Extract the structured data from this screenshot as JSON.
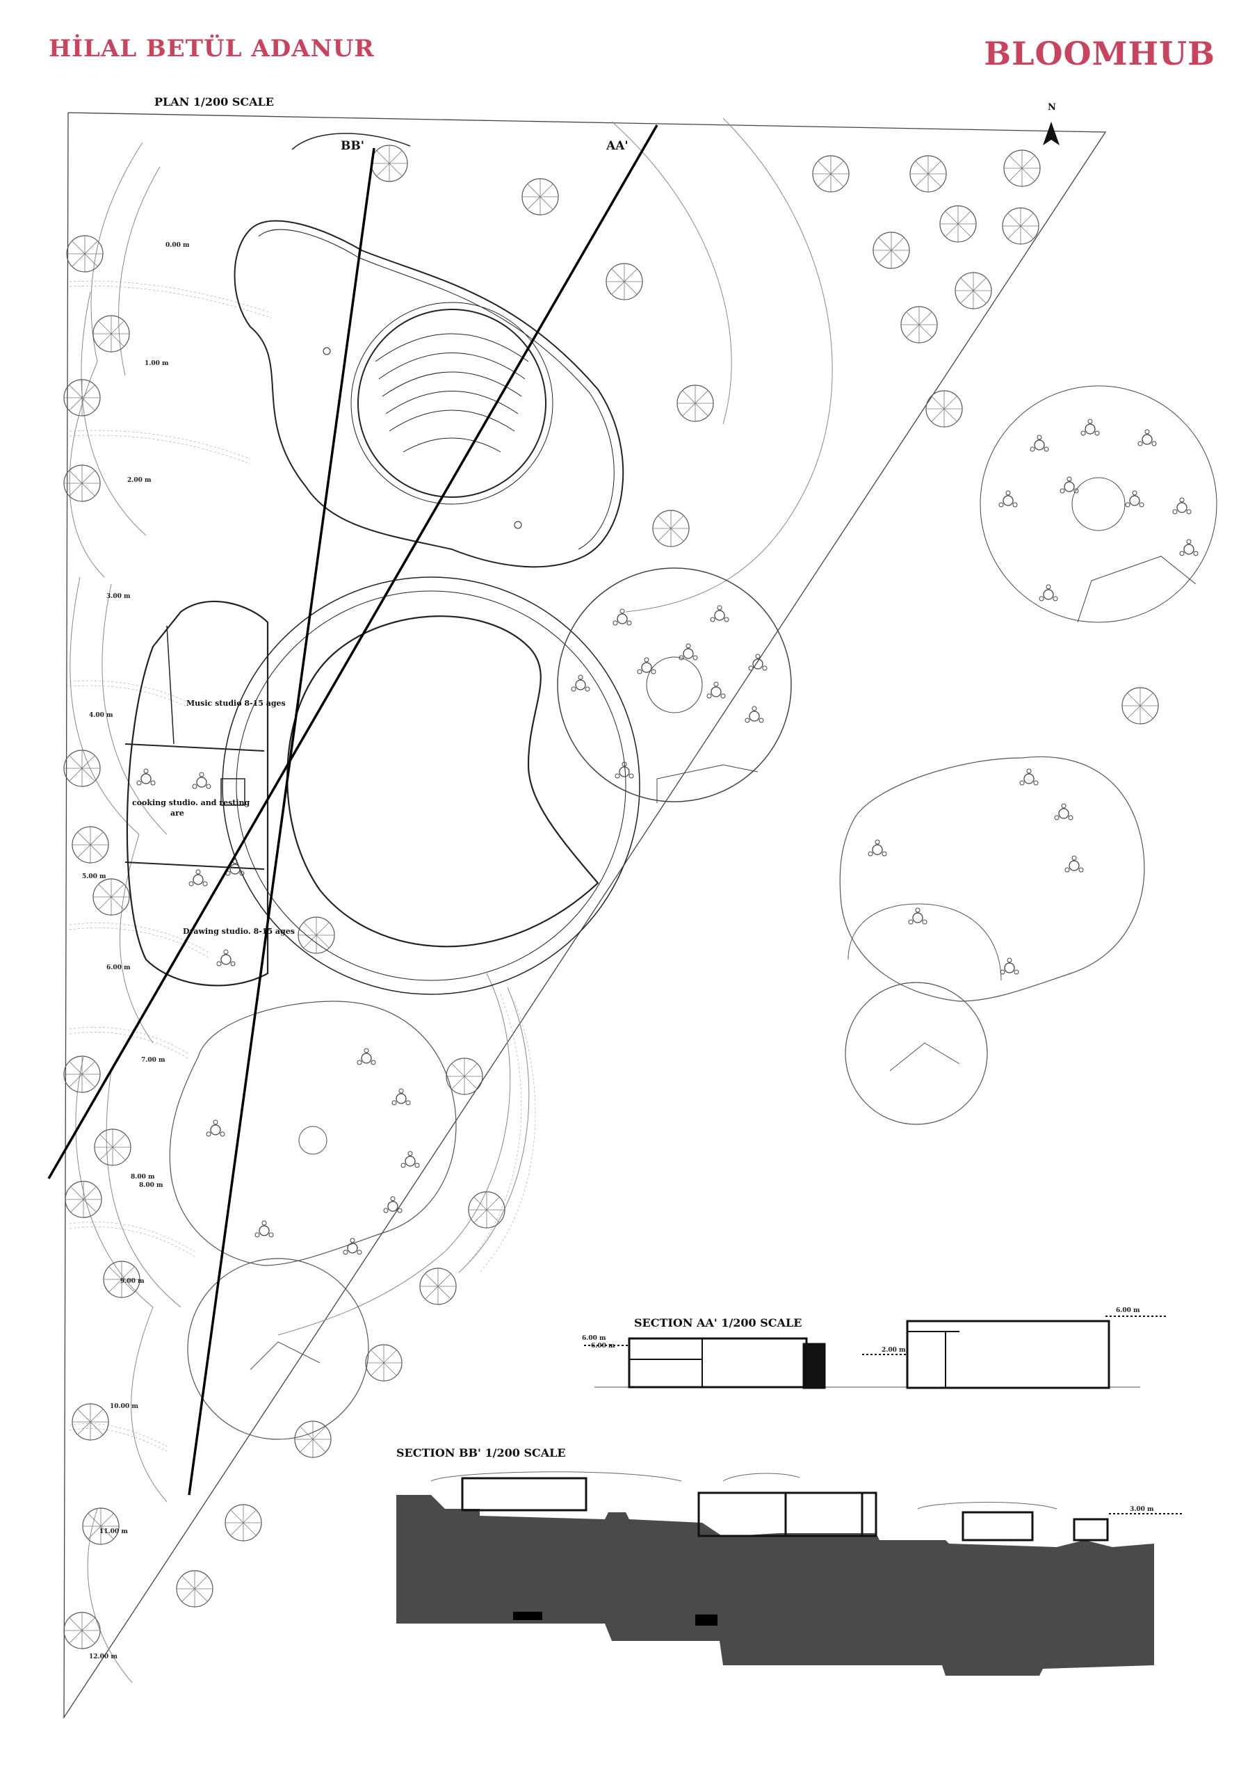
{
  "header": {
    "author": "HİLAL BETÜL ADANUR",
    "project": "BLOOMHUB",
    "accent_color": "#c8445e"
  },
  "plan": {
    "caption": "PLAN 1/200 SCALE",
    "north": "N",
    "cut_aa": "AA'",
    "cut_bb": "BB'",
    "rooms": {
      "music": "Music studio 8-15 ages",
      "cooking": "cooking studio. and resting",
      "cooking_2": "are",
      "drawing": "Drawing studio. 8-15 ages"
    },
    "levels": [
      "0.00 m",
      "1.00 m",
      "2.00 m",
      "3.00 m",
      "4.00 m",
      "5.00 m",
      "6.00 m",
      "7.00 m",
      "8.00 m",
      "8.00 m",
      "9.00 m",
      "10.00 m",
      "11.00 m",
      "12.00 m"
    ]
  },
  "section_aa": {
    "caption": "SECTION AA' 1/200 SCALE",
    "level_a": "6.00 m",
    "level_b": "6.00 m",
    "level_c": "2.00 m",
    "level_d": "6.00 m"
  },
  "section_bb": {
    "caption": "SECTION BB' 1/200 SCALE",
    "level": "3.00 m"
  },
  "icons": [
    "north-arrow-icon",
    "tree-icon",
    "table-cluster-icon"
  ]
}
